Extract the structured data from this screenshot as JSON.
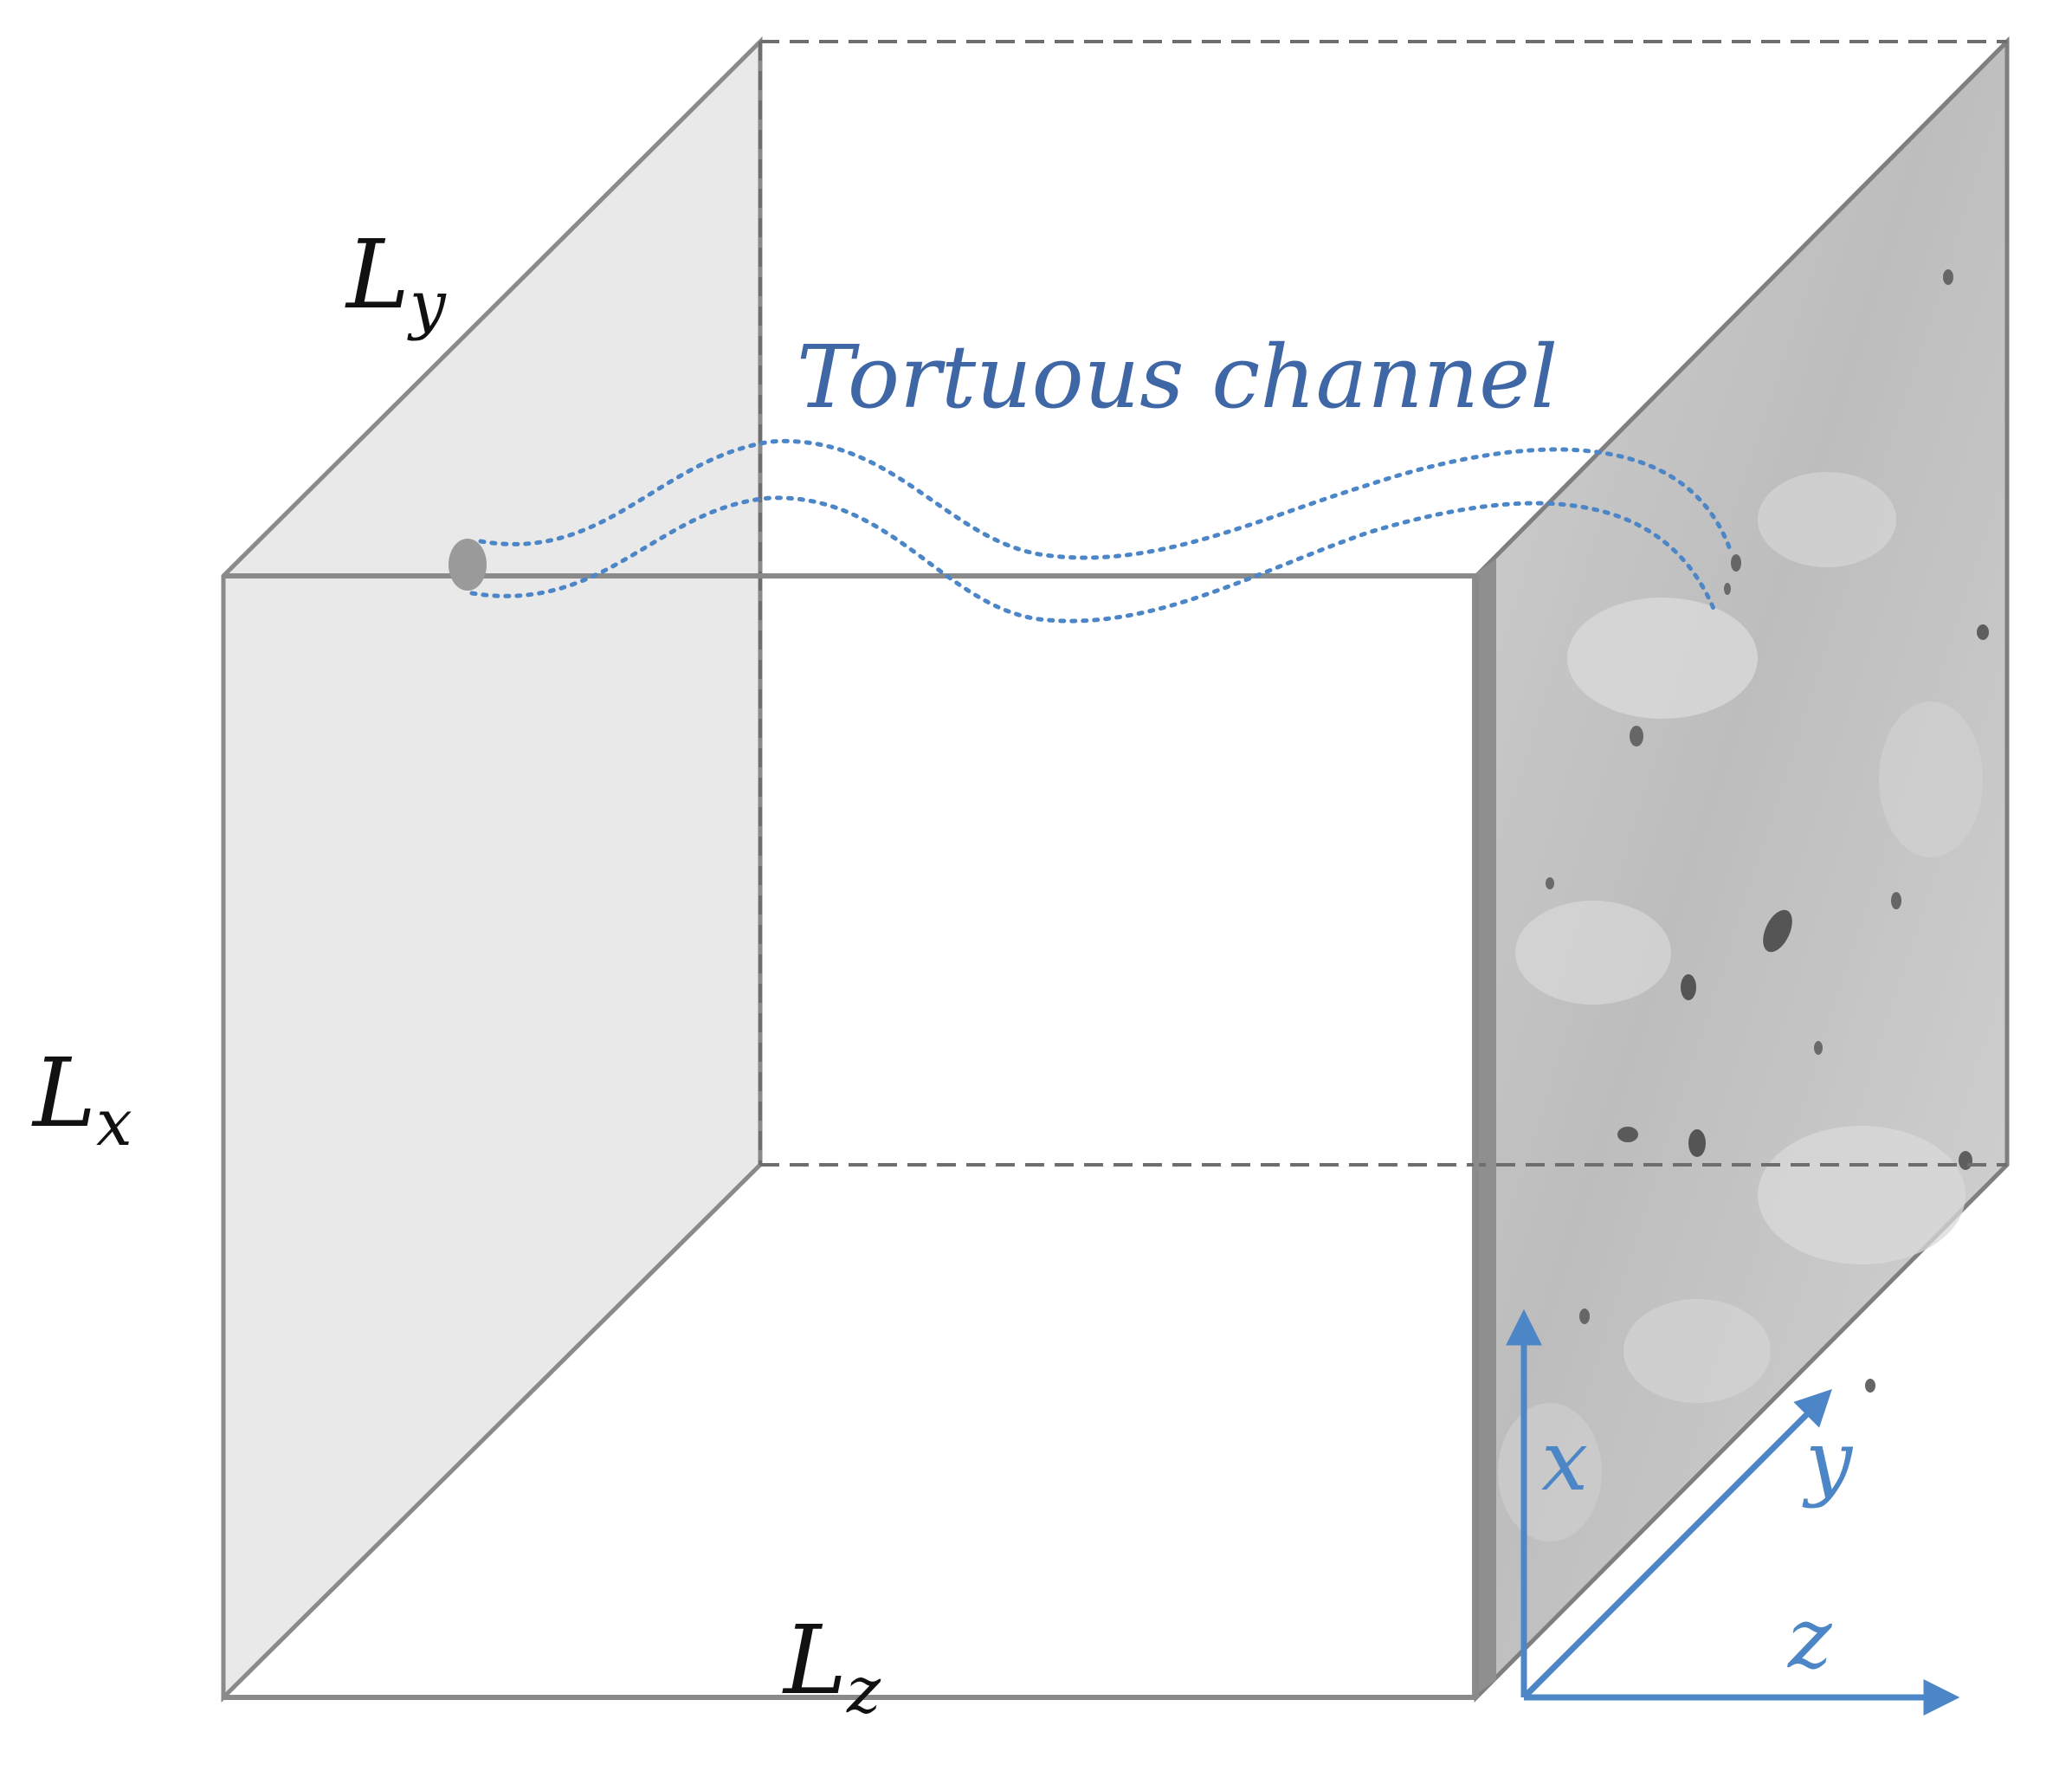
{
  "labels": {
    "ly": {
      "main": "L",
      "sub": "y"
    },
    "lx": {
      "main": "L",
      "sub": "x"
    },
    "lz": {
      "main": "L",
      "sub": "z"
    },
    "channel": "Tortuous channel"
  },
  "axes": {
    "x": "x",
    "y": "y",
    "z": "z"
  },
  "colors": {
    "edge": "#8a8a8a",
    "dashed": "#6e6e6e",
    "left_face": "#e9e9e9",
    "channel": "#4d86c6",
    "channel_label": "#3f67a6",
    "axes": "#4d86c6",
    "concrete_face": "#c4c4c4"
  }
}
